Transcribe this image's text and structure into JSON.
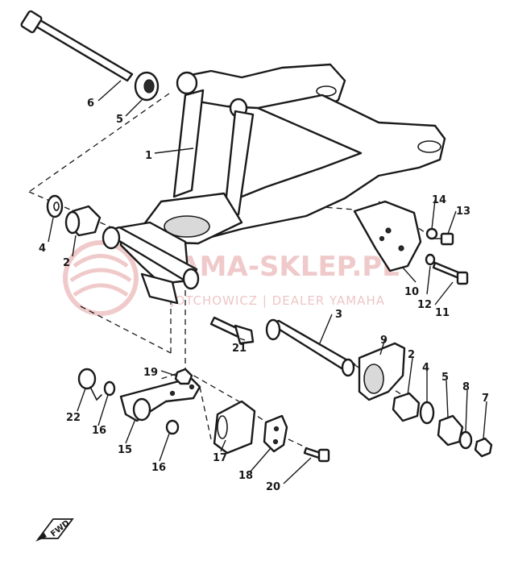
{
  "watermark": {
    "title": "YAMA-SKLEP.PL",
    "subtitle": "JOTCHOWICZ | DEALER YAMAHA",
    "color": "#e4a0a0"
  },
  "direction_badge": {
    "label": "FWD"
  },
  "callouts": {
    "c1": "1",
    "c2a": "2",
    "c2b": "2",
    "c3": "3",
    "c4a": "4",
    "c4b": "4",
    "c5a": "5",
    "c5b": "5",
    "c6": "6",
    "c7": "7",
    "c8": "8",
    "c9": "9",
    "c10": "10",
    "c11": "11",
    "c12": "12",
    "c13": "13",
    "c14": "14",
    "c15": "15",
    "c16a": "16",
    "c16b": "16",
    "c17": "17",
    "c18": "18",
    "c19": "19",
    "c20": "20",
    "c21": "21",
    "c22": "22"
  }
}
